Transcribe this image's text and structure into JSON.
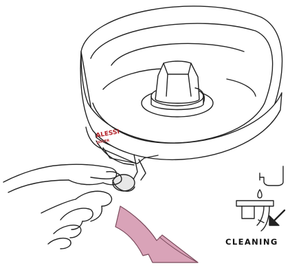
{
  "illustration": {
    "brand_logo": "ALESSI",
    "brand_subtext": "JUICER",
    "caption": "CLEANING",
    "colors": {
      "outline": "#222222",
      "arrow_fill": "#d9a3b8",
      "arrow_stroke": "#7a4a5c",
      "logo_red": "#b3242b"
    },
    "icons": [
      "juicer-bowl",
      "hand",
      "curved-arrow",
      "faucet-icon",
      "water-drop-icon",
      "spout-part-icon",
      "arrow-down-left-icon"
    ]
  }
}
